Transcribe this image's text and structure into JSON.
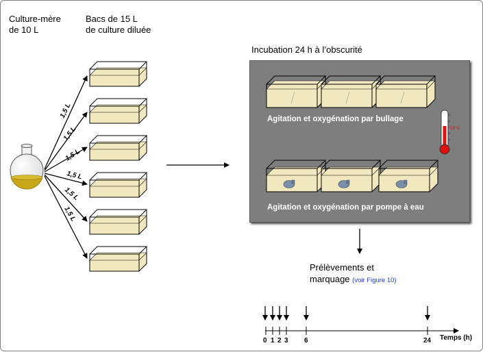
{
  "labels": {
    "mother_culture": "Culture-mère\nde 10 L",
    "tanks": "Bacs de 15 L\nde culture diluée",
    "incubation": "Incubation 24 h à l’obscurité",
    "bubbling": "Agitation et oxygénation par bullage",
    "pump": "Agitation et oxygénation par pompe à eau",
    "sampling_line1": "Prélèvements et",
    "sampling_line2": "marquage",
    "see_figure": "(voir Figure 10)",
    "time_axis": "Temps (h)",
    "thermometer": "18°C"
  },
  "flask_arrows": [
    "1,5 L",
    "1,5 L",
    "1,5 L",
    "1,5 L",
    "1,5 L",
    "1,5 L"
  ],
  "time_ticks": [
    "0",
    "1",
    "2",
    "3",
    "6",
    "24"
  ],
  "colors": {
    "liquid": "#f2e8c0",
    "flask_liquid": "#c8a818",
    "gray_panel": "#7e7e7e",
    "thermo_red": "#dd1111",
    "link_blue": "#1f3fd6"
  }
}
